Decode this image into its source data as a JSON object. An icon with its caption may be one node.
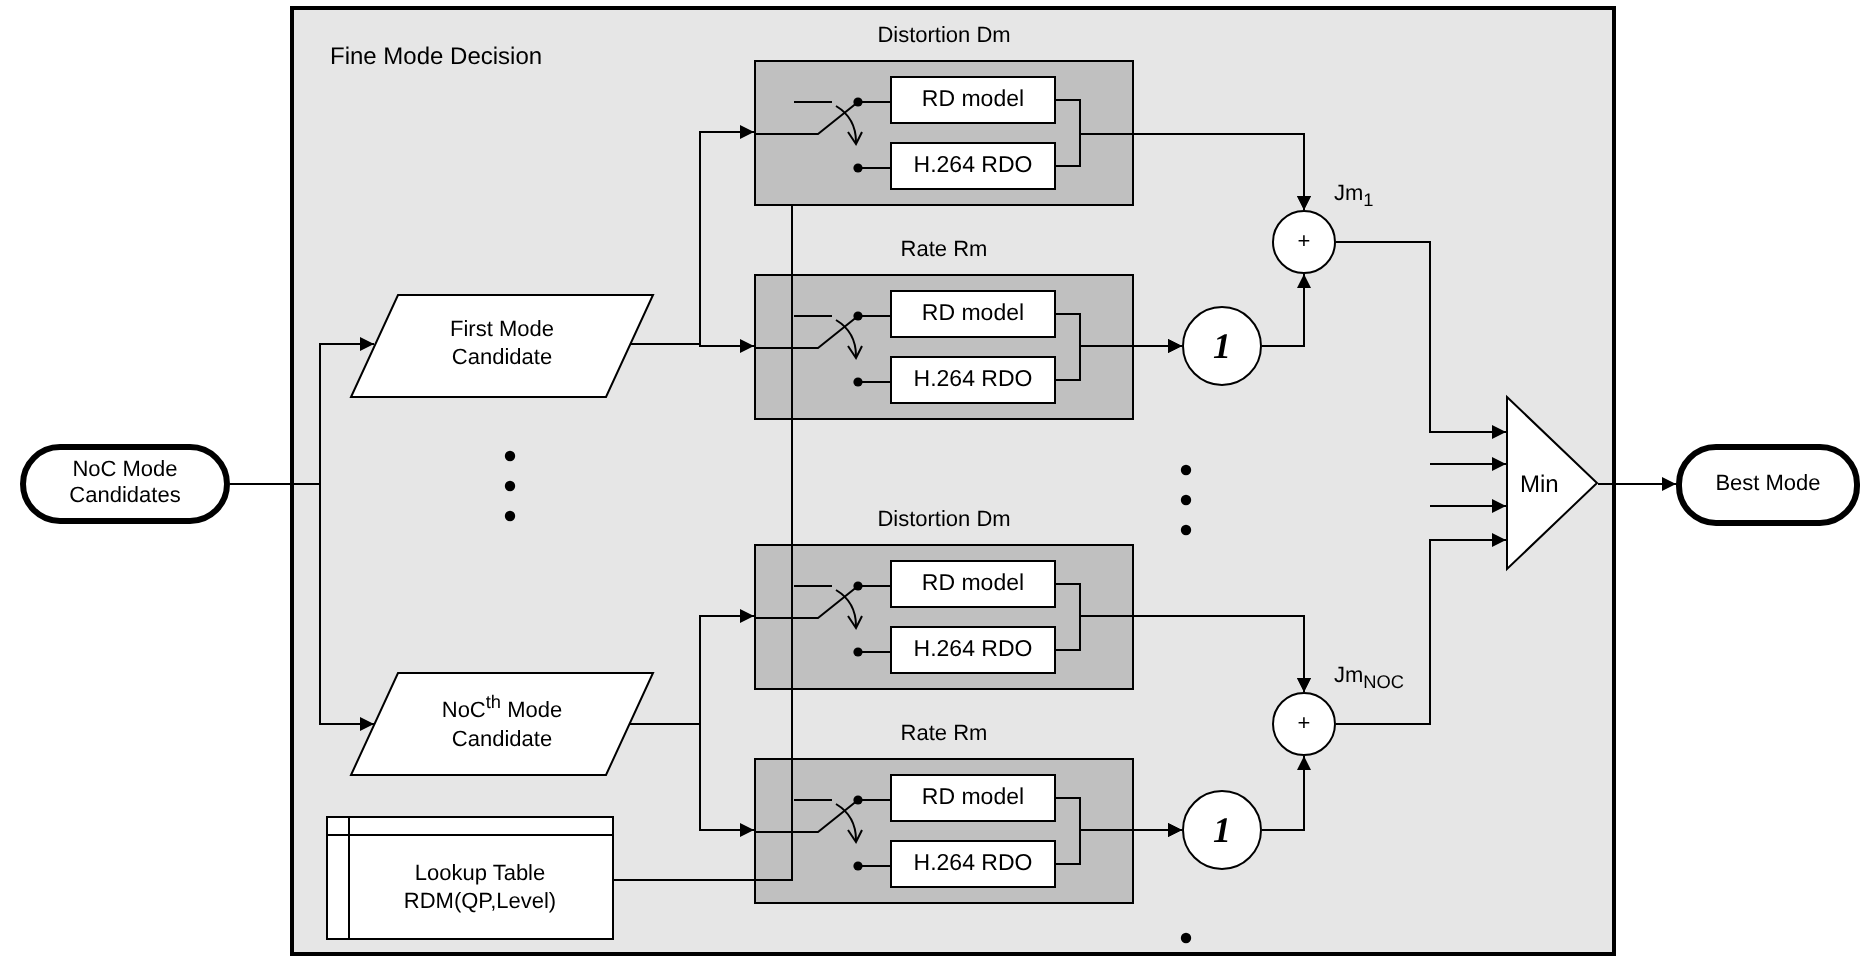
{
  "diagram": {
    "nodes": [
      {
        "text": [
          "NoC Mode Candidates"
        ]
      },
      {
        "text": [
          "Fine Mode Decision"
        ]
      },
      {
        "text": [
          "First Mode Candidate"
        ],
        "in": 1
      },
      {
        "text": [
          "Distortion Dm"
        ],
        "in": 1
      },
      {
        "text": [
          "RD model"
        ],
        "in": 3
      },
      {
        "text": [
          "H.264 RDO"
        ],
        "in": 3
      },
      {
        "text": [
          "Rate Rm"
        ],
        "in": 1
      },
      {
        "text": [
          "RD model"
        ],
        "in": 6
      },
      {
        "text": [
          "H.264 RDO"
        ],
        "in": 6
      },
      {
        "text": [
          "1"
        ],
        "in": 1
      },
      {
        "text": [
          "+"
        ],
        "in": 1,
        "beside": [
          "Jm$_{1}$"
        ]
      },
      {
        "text": [
          "NoC$^{th}$ Mode Candidate"
        ],
        "in": 1
      },
      {
        "text": [
          "Distortion Dm"
        ],
        "in": 1
      },
      {
        "text": [
          "RD model"
        ],
        "in": 12
      },
      {
        "text": [
          "H.264 RDO"
        ],
        "in": 12
      },
      {
        "text": [
          "Rate Rm"
        ],
        "in": 1
      },
      {
        "text": [
          "RD model"
        ],
        "in": 15
      },
      {
        "text": [
          "H.264 RDO"
        ],
        "in": 15
      },
      {
        "text": [
          "1"
        ],
        "in": 1
      },
      {
        "text": [
          "+"
        ],
        "in": 1,
        "beside": [
          "Jm$_{NOC}$"
        ]
      },
      {
        "text": [
          "Lookup Table RDM(QP,Level)"
        ],
        "in": 1
      },
      {
        "text": [
          "Min"
        ],
        "in": 1
      },
      {
        "text": [
          "Best Mode"
        ]
      }
    ],
    "edges": [
      {
        "from": 0,
        "to": 2,
        "arrow": "to"
      },
      {
        "from": 0,
        "to": 11,
        "arrow": "to"
      },
      {
        "from": 2,
        "to": 3,
        "arrow": "to"
      },
      {
        "from": 2,
        "to": 6,
        "arrow": "to"
      },
      {
        "from": 4,
        "to": 10,
        "arrow": "to"
      },
      {
        "from": 5,
        "to": 10,
        "arrow": "to"
      },
      {
        "from": 7,
        "to": 9,
        "arrow": "to"
      },
      {
        "from": 8,
        "to": 9,
        "arrow": "to"
      },
      {
        "from": 9,
        "to": 10,
        "arrow": "to"
      },
      {
        "from": 10,
        "to": 21,
        "arrow": "to"
      },
      {
        "from": 11,
        "to": 12,
        "arrow": "to"
      },
      {
        "from": 11,
        "to": 15,
        "arrow": "to"
      },
      {
        "from": 13,
        "to": 19,
        "arrow": "to"
      },
      {
        "from": 14,
        "to": 19,
        "arrow": "to"
      },
      {
        "from": 16,
        "to": 18,
        "arrow": "to"
      },
      {
        "from": 17,
        "to": 18,
        "arrow": "to"
      },
      {
        "from": 18,
        "to": 19,
        "arrow": "to"
      },
      {
        "from": 19,
        "to": 21,
        "arrow": "to"
      },
      {
        "from": null,
        "to": 21,
        "arrow": "to"
      },
      {
        "from": null,
        "to": 21,
        "arrow": "to"
      },
      {
        "from": 21,
        "to": 22,
        "arrow": "to"
      },
      {
        "from": 20,
        "to": 15,
        "arrow": "none"
      },
      {
        "from": 20,
        "to": 12,
        "arrow": "none"
      },
      {
        "from": 20,
        "to": 6,
        "arrow": "none"
      },
      {
        "from": 20,
        "to": 3,
        "arrow": "none"
      }
    ]
  }
}
